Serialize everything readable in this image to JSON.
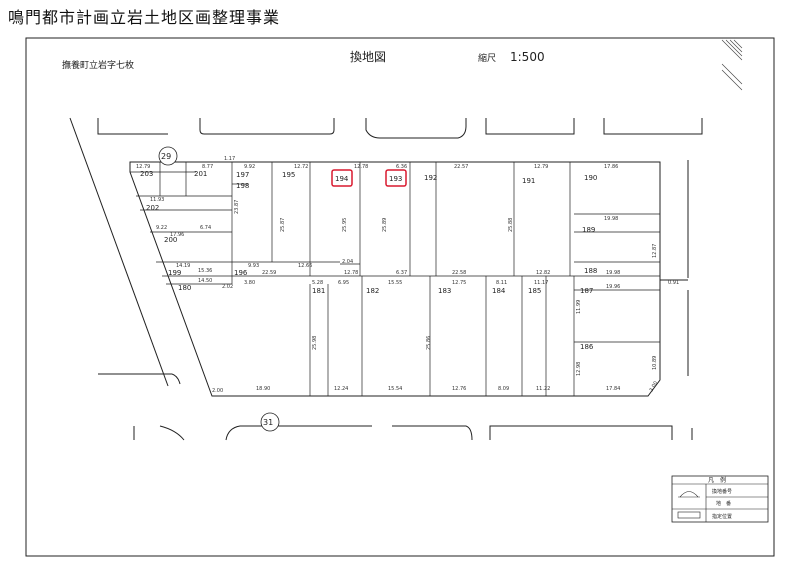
{
  "header": {
    "title": "鳴門都市計画立岩土地区画整理事業"
  },
  "sheet": {
    "map_title": "換地図",
    "scale_label": "縮尺",
    "scale_value": "1:500",
    "location": "撫養町立岩字七枚"
  },
  "roads": {
    "north_number": "29",
    "south_number": "31"
  },
  "highlighted_lots": [
    "194",
    "193"
  ],
  "lots": [
    "203",
    "201",
    "197",
    "198",
    "195",
    "194",
    "193",
    "192",
    "191",
    "190",
    "202",
    "200",
    "199",
    "196",
    "189",
    "188",
    "180",
    "181",
    "182",
    "183",
    "184",
    "185",
    "187",
    "186"
  ],
  "dimensions": [
    "12.79",
    "8.77",
    "1.17",
    "9.92",
    "12.72",
    "12.78",
    "6.36",
    "22.57",
    "12.79",
    "17.86",
    "11.93",
    "9.22",
    "6.74",
    "17.96",
    "14.19",
    "15.36",
    "14.50",
    "2.02",
    "3.80",
    "9.93",
    "22.59",
    "12.66",
    "2.04",
    "6.95",
    "5.28",
    "12.78",
    "6.37",
    "15.55",
    "22.58",
    "12.75",
    "8.11",
    "12.82",
    "11.17",
    "19.98",
    "19.96",
    "0.91",
    "18.90",
    "12.24",
    "15.54",
    "12.76",
    "8.09",
    "11.22",
    "17.84",
    "23.87",
    "25.87",
    "25.95",
    "25.89",
    "25.88",
    "25.98",
    "25.86",
    "11.99",
    "12.98",
    "19.98",
    "12.87",
    "10.89",
    "3.00",
    "2.00"
  ],
  "legend": {
    "title": "凡　例",
    "rows": [
      "換地番号",
      "地　番",
      "指定位置"
    ]
  },
  "colors": {
    "line": "#222222",
    "highlight": "#d9182e"
  }
}
